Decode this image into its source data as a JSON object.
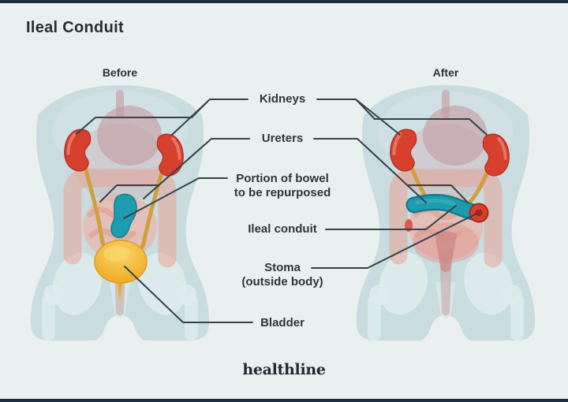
{
  "page": {
    "background_color": "#eaf0ef",
    "edge_bar_color": "#1e2d3f"
  },
  "header": {
    "title": "Ileal Conduit"
  },
  "panels": {
    "before_label": "Before",
    "after_label": "After"
  },
  "callouts": {
    "kidneys": "Kidneys",
    "ureters": "Ureters",
    "portion_line1": "Portion of bowel",
    "portion_line2": "to be repurposed",
    "ileal_conduit": "Ileal conduit",
    "stoma_line1": "Stoma",
    "stoma_line2": "(outside body)",
    "bladder": "Bladder"
  },
  "footer": {
    "brand": "healthline"
  },
  "colors": {
    "kidney_red": "#d8402e",
    "ureter_gold": "#cf9f3c",
    "conduit_teal": "#1d9cad",
    "bladder_yellow": "#f3b93a",
    "stoma_red": "#d8402e",
    "body_fill": "#c9dce0",
    "bone_fill": "#dfeced",
    "organ_mauve": "#c49ea3",
    "organ_salmon": "#e8a496",
    "leader_line": "#37424a",
    "text_color": "#2d363b"
  }
}
